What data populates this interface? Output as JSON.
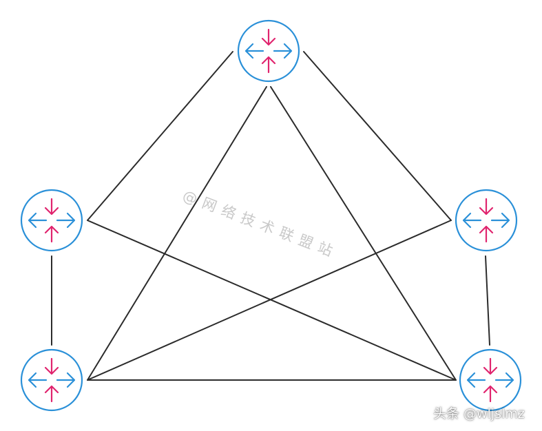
{
  "watermark": "@网络技术联盟站",
  "credit": "头条 @wljslmz",
  "colors": {
    "circle": "#2a90d8",
    "inward_arrows": "#e0246e",
    "outward_arrows": "#2a90d8",
    "links": "#2b2b2b"
  },
  "routers": [
    {
      "id": "top",
      "icon": "router-icon"
    },
    {
      "id": "left",
      "icon": "router-icon"
    },
    {
      "id": "right",
      "icon": "router-icon"
    },
    {
      "id": "bottom-left",
      "icon": "router-icon"
    },
    {
      "id": "bottom-right",
      "icon": "router-icon"
    }
  ],
  "links": [
    {
      "from": "top",
      "to": "left"
    },
    {
      "from": "top",
      "to": "right"
    },
    {
      "from": "top",
      "to": "bottom-left"
    },
    {
      "from": "top",
      "to": "bottom-right"
    },
    {
      "from": "left",
      "to": "bottom-left"
    },
    {
      "from": "left",
      "to": "bottom-right"
    },
    {
      "from": "right",
      "to": "bottom-left"
    },
    {
      "from": "right",
      "to": "bottom-right"
    },
    {
      "from": "bottom-left",
      "to": "bottom-right"
    }
  ]
}
